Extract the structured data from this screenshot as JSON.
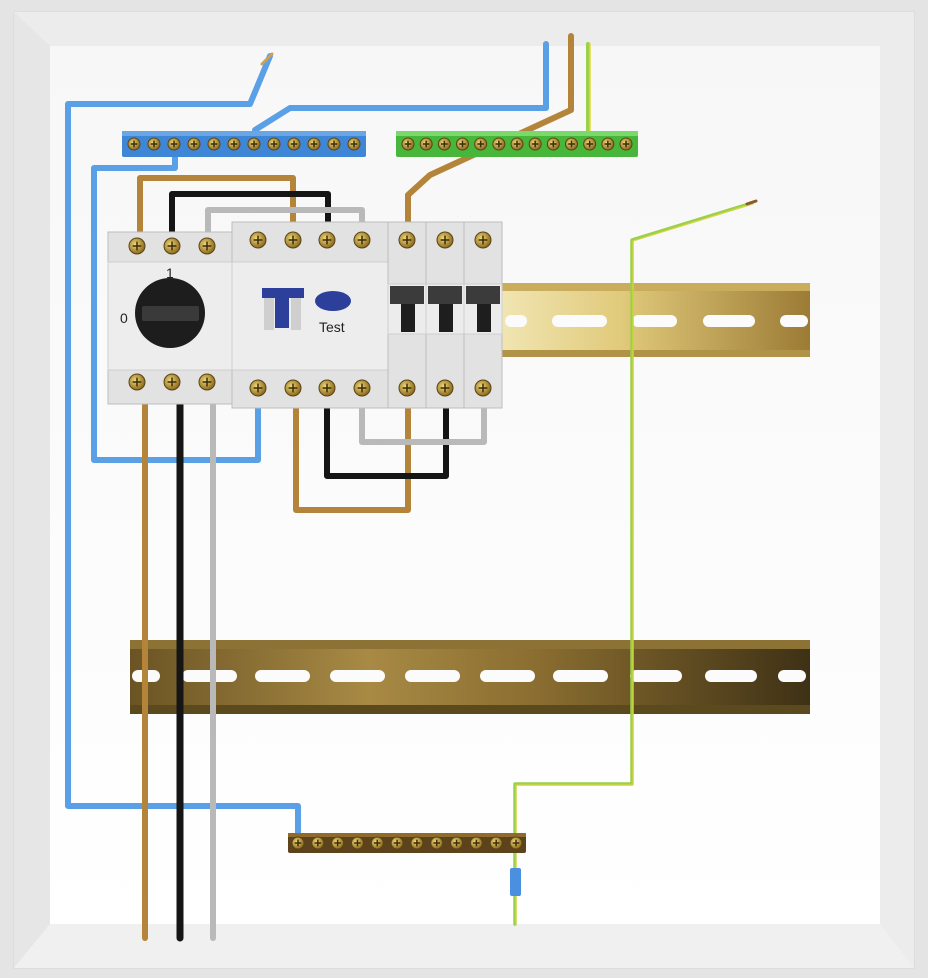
{
  "switch": {
    "on_label": "1",
    "off_label": "0"
  },
  "rcd": {
    "test_label": "Test"
  },
  "breakers": {
    "count": 3
  },
  "terminal_bars": {
    "neutral": {
      "color": "#3f87d6",
      "screws": 12
    },
    "earth": {
      "color": "#47b63a",
      "screws": 13
    },
    "brass": {
      "color": "#7a5a22",
      "screws": 12
    }
  },
  "wire_colors": {
    "brown": "#b4843b",
    "blue": "#5aa0e6",
    "black": "#151515",
    "grey": "#b9b9b9",
    "green_yellow": "#9bd04a"
  }
}
